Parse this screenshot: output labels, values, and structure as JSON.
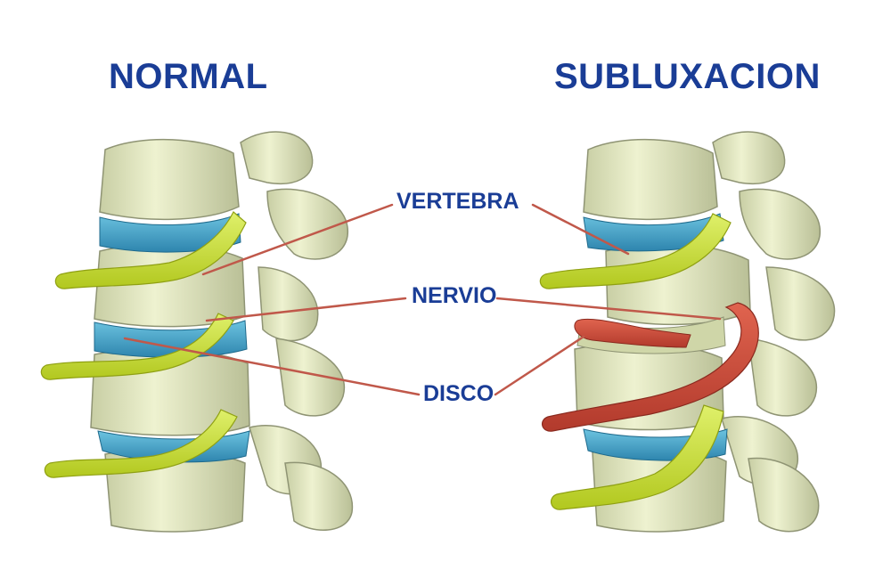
{
  "titles": {
    "left": "NORMAL",
    "right": "SUBLUXACION"
  },
  "labels": {
    "vertebra": "VERTEBRA",
    "nervio": "NERVIO",
    "disco": "DISCO"
  },
  "colors": {
    "title_text": "#1a3d96",
    "bone": "#e6ebc4",
    "bone_shadow": "#a8ae8a",
    "disc": "#3a9fc6",
    "nerve_normal": "#c9e038",
    "nerve_pinched": "#cf4a3a",
    "leader_line": "#c0584a"
  }
}
